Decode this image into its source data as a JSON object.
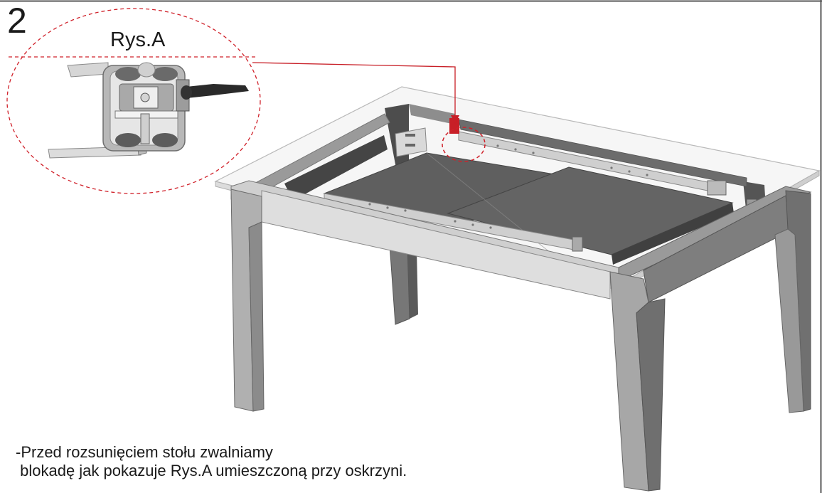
{
  "step": {
    "number": "2",
    "detail_label": "Rys.A"
  },
  "instruction": {
    "line1": "-Przed rozsunięciem stołu zwalniamy",
    "line2": " blokadę jak pokazuje Rys.A umieszczoną przy oskrzyni."
  },
  "colors": {
    "frame": "#555555",
    "callout": "#d0212a",
    "wood_light": "#d2d2d2",
    "wood_mid": "#8a8a8a",
    "wood_dark": "#4a4a4a",
    "metal": "#c4c4c4"
  },
  "icons": [
    "release-lock-mechanism-illustration",
    "table-illustration"
  ]
}
